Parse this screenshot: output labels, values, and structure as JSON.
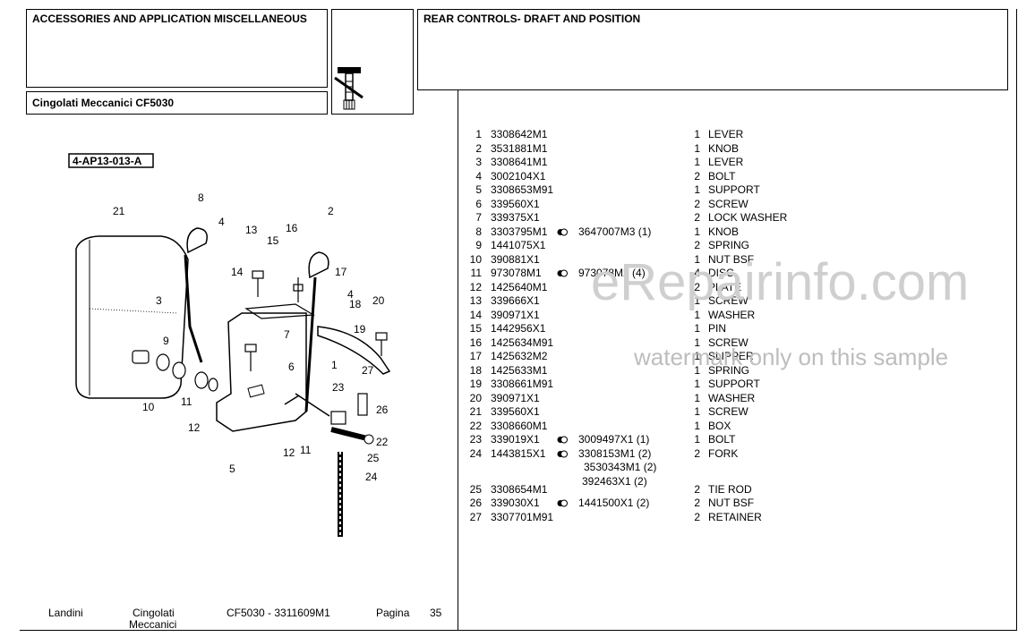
{
  "header": {
    "left_title": "ACCESSORIES AND APPLICATION MISCELLANEOUS",
    "model": "Cingolati Meccanici CF5030",
    "right_title": "REAR CONTROLS- DRAFT AND POSITION"
  },
  "diagram": {
    "ref_code": "4-AP13-013-A",
    "callouts": [
      "1",
      "2",
      "3",
      "4",
      "4",
      "5",
      "6",
      "7",
      "8",
      "9",
      "10",
      "11",
      "11",
      "12",
      "12",
      "13",
      "14",
      "15",
      "16",
      "17",
      "18",
      "19",
      "20",
      "21",
      "22",
      "23",
      "24",
      "25",
      "26",
      "27"
    ]
  },
  "parts": [
    {
      "no": "1",
      "part": "3308642M1",
      "alt": [],
      "qty": "1",
      "desc": "LEVER"
    },
    {
      "no": "2",
      "part": "3531881M1",
      "alt": [],
      "qty": "1",
      "desc": "KNOB"
    },
    {
      "no": "3",
      "part": "3308641M1",
      "alt": [],
      "qty": "1",
      "desc": "LEVER"
    },
    {
      "no": "4",
      "part": "3002104X1",
      "alt": [],
      "qty": "2",
      "desc": "BOLT"
    },
    {
      "no": "5",
      "part": "3308653M91",
      "alt": [],
      "qty": "1",
      "desc": "SUPPORT"
    },
    {
      "no": "6",
      "part": "339560X1",
      "alt": [],
      "qty": "2",
      "desc": "SCREW"
    },
    {
      "no": "7",
      "part": "339375X1",
      "alt": [],
      "qty": "2",
      "desc": "LOCK WASHER"
    },
    {
      "no": "8",
      "part": "3303795M1",
      "alt": [
        "3647007M3  (1)"
      ],
      "qty": "1",
      "desc": "KNOB"
    },
    {
      "no": "9",
      "part": "1441075X1",
      "alt": [],
      "qty": "2",
      "desc": "SPRING"
    },
    {
      "no": "10",
      "part": "390881X1",
      "alt": [],
      "qty": "1",
      "desc": "NUT BSF"
    },
    {
      "no": "11",
      "part": "973078M1",
      "alt": [
        "973078M2  (4)"
      ],
      "qty": "4",
      "desc": "DISC"
    },
    {
      "no": "12",
      "part": "1425640M1",
      "alt": [],
      "qty": "2",
      "desc": "PLATE"
    },
    {
      "no": "13",
      "part": "339666X1",
      "alt": [],
      "qty": "1",
      "desc": "SCREW"
    },
    {
      "no": "14",
      "part": "390971X1",
      "alt": [],
      "qty": "1",
      "desc": "WASHER"
    },
    {
      "no": "15",
      "part": "1442956X1",
      "alt": [],
      "qty": "1",
      "desc": "PIN"
    },
    {
      "no": "16",
      "part": "1425634M91",
      "alt": [],
      "qty": "1",
      "desc": "SCREW"
    },
    {
      "no": "17",
      "part": "1425632M2",
      "alt": [],
      "qty": "1",
      "desc": "SLIPPER"
    },
    {
      "no": "18",
      "part": "1425633M1",
      "alt": [],
      "qty": "1",
      "desc": "SPRING"
    },
    {
      "no": "19",
      "part": "3308661M91",
      "alt": [],
      "qty": "1",
      "desc": "SUPPORT"
    },
    {
      "no": "20",
      "part": "390971X1",
      "alt": [],
      "qty": "1",
      "desc": "WASHER"
    },
    {
      "no": "21",
      "part": "339560X1",
      "alt": [],
      "qty": "1",
      "desc": "SCREW"
    },
    {
      "no": "22",
      "part": "3308660M1",
      "alt": [],
      "qty": "1",
      "desc": "BOX"
    },
    {
      "no": "23",
      "part": "339019X1",
      "alt": [
        "3009497X1  (1)"
      ],
      "qty": "1",
      "desc": "BOLT"
    },
    {
      "no": "24",
      "part": "1443815X1",
      "alt": [
        "3308153M1  (2)",
        "3530343M1  (2)",
        "392463X1  (2)"
      ],
      "qty": "2",
      "desc": "FORK"
    },
    {
      "no": "25",
      "part": "3308654M1",
      "alt": [],
      "qty": "2",
      "desc": "TIE ROD"
    },
    {
      "no": "26",
      "part": "339030X1",
      "alt": [
        "1441500X1  (2)"
      ],
      "qty": "2",
      "desc": "NUT BSF"
    },
    {
      "no": "27",
      "part": "3307701M91",
      "alt": [],
      "qty": "2",
      "desc": "RETAINER"
    }
  ],
  "footer": {
    "brand": "Landini",
    "family_line1": "Cingolati",
    "family_line2": "Meccanici",
    "model_code": "CF5030 - 3311609M1",
    "page_label": "Pagina",
    "page_number": "35"
  },
  "watermark": {
    "main": "eRepairinfo.com",
    "sub": "watermark only on this sample"
  }
}
